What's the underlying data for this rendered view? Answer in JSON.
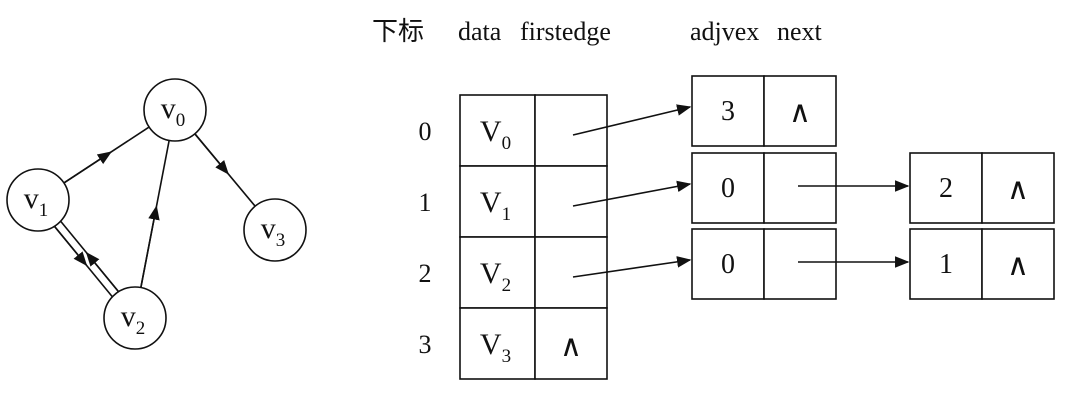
{
  "graph": {
    "nodes": [
      {
        "id": 0,
        "letter": "v",
        "sub": "0"
      },
      {
        "id": 1,
        "letter": "v",
        "sub": "1"
      },
      {
        "id": 2,
        "letter": "v",
        "sub": "2"
      },
      {
        "id": 3,
        "letter": "v",
        "sub": "3"
      }
    ],
    "edges": [
      {
        "from": 1,
        "to": 0
      },
      {
        "from": 2,
        "to": 0
      },
      {
        "from": 0,
        "to": 3
      },
      {
        "from": 1,
        "to": 2
      },
      {
        "from": 2,
        "to": 1
      }
    ]
  },
  "headers": {
    "index": "下标",
    "data": "data",
    "firstedge": "firstedge",
    "adjvex": "adjvex",
    "next": "next"
  },
  "vertex_table": [
    {
      "index": "0",
      "letter": "V",
      "sub": "0",
      "firstedge_null": false
    },
    {
      "index": "1",
      "letter": "V",
      "sub": "1",
      "firstedge_null": false
    },
    {
      "index": "2",
      "letter": "V",
      "sub": "2",
      "firstedge_null": false
    },
    {
      "index": "3",
      "letter": "V",
      "sub": "3",
      "firstedge_null": true
    }
  ],
  "edge_lists": [
    {
      "vertex": 0,
      "nodes": [
        {
          "adjvex": "3"
        }
      ]
    },
    {
      "vertex": 1,
      "nodes": [
        {
          "adjvex": "0"
        },
        {
          "adjvex": "2"
        }
      ]
    },
    {
      "vertex": 2,
      "nodes": [
        {
          "adjvex": "0"
        },
        {
          "adjvex": "1"
        }
      ]
    }
  ],
  "null_symbol": "∧"
}
